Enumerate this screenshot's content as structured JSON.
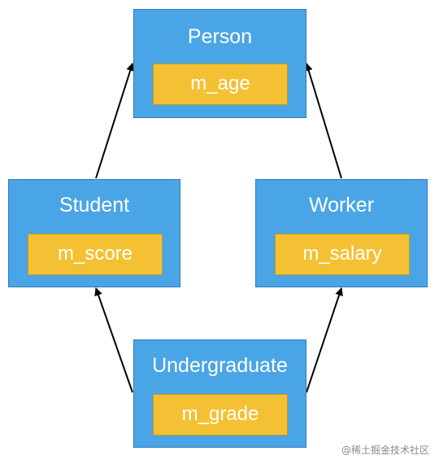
{
  "classes": {
    "person": {
      "name": "Person",
      "member": "m_age"
    },
    "student": {
      "name": "Student",
      "member": "m_score"
    },
    "worker": {
      "name": "Worker",
      "member": "m_salary"
    },
    "undergraduate": {
      "name": "Undergraduate",
      "member": "m_grade"
    }
  },
  "relations": [
    {
      "from": "Student",
      "to": "Person"
    },
    {
      "from": "Worker",
      "to": "Person"
    },
    {
      "from": "Undergraduate",
      "to": "Student"
    },
    {
      "from": "Undergraduate",
      "to": "Worker"
    }
  ],
  "watermark": "@稀土掘金技术社区",
  "colors": {
    "class_fill": "#4aa5e6",
    "member_fill": "#f4c134",
    "arrow": "#000000"
  }
}
